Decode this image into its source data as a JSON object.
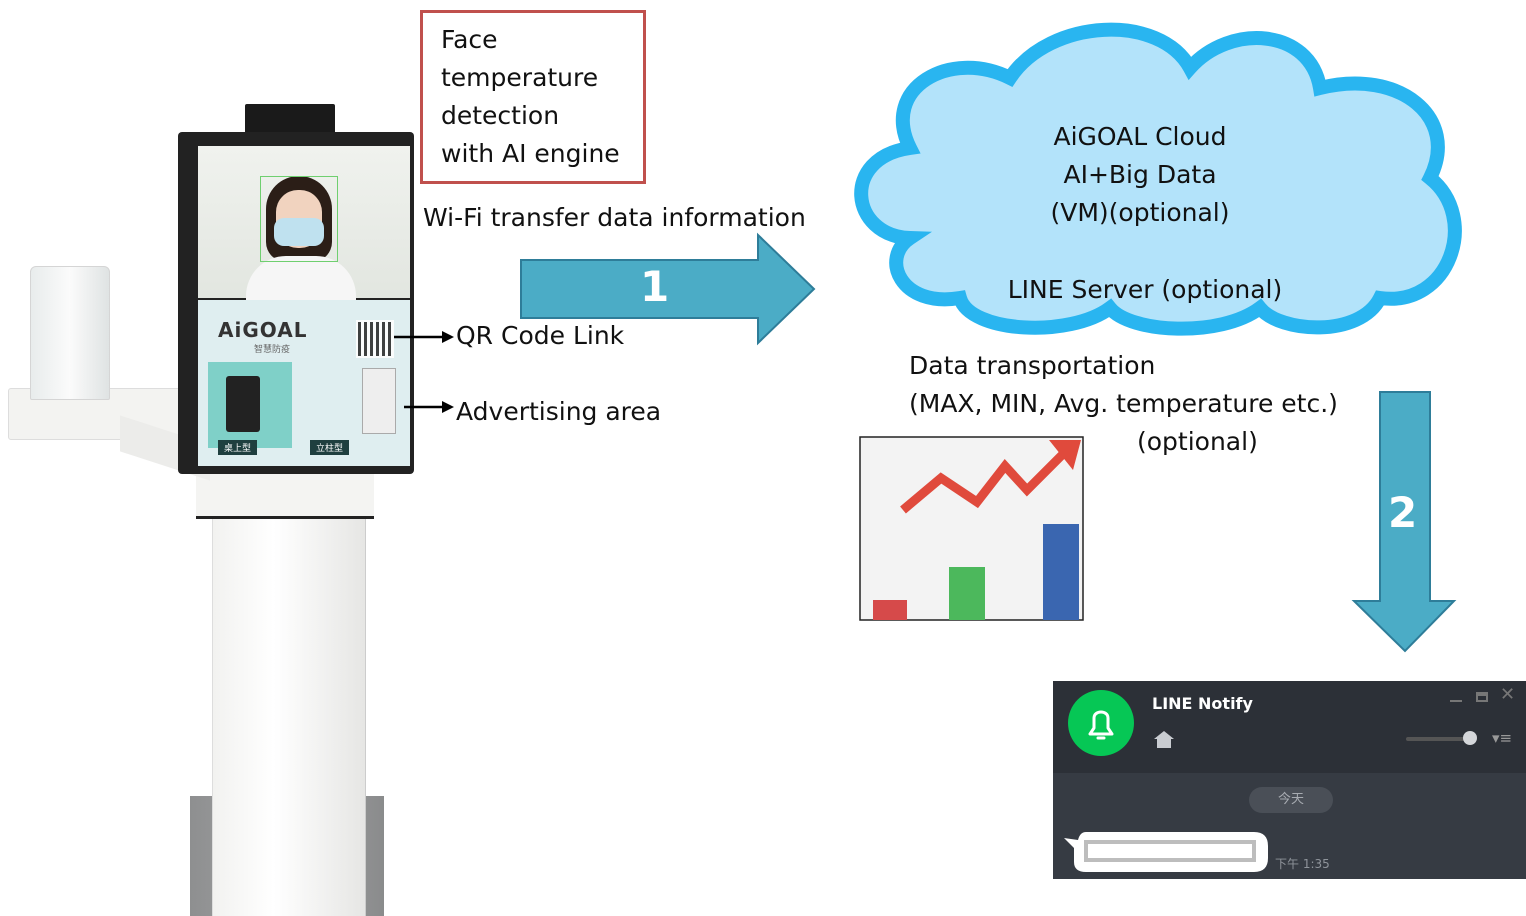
{
  "box": {
    "lines": [
      "Face",
      "temperature",
      "detection",
      "with AI engine"
    ]
  },
  "wifi_label": "Wi-Fi transfer data information",
  "arrow1_number": "1",
  "arrow2_number": "2",
  "cloud": {
    "line1": "AiGOAL Cloud",
    "line2": "AI+Big Data",
    "line3": "(VM)(optional)",
    "line4": "LINE Server (optional)"
  },
  "kiosk": {
    "brand": "AiGOAL",
    "brand_sub": "智慧防疫",
    "tag_left": "桌上型",
    "tag_right": "立柱型"
  },
  "qr_label": "QR Code Link",
  "ad_label": "Advertising area",
  "transport": {
    "line1": "Data transportation",
    "line2": "(MAX, MIN, Avg. temperature etc.)",
    "line3": "(optional)"
  },
  "line_notify": {
    "title": "LINE Notify",
    "date_chip": "今天",
    "time": "下午 1:35"
  },
  "colors": {
    "arrow": "#4bacc6",
    "cloud_fill": "#b3e3fa",
    "cloud_stroke": "#29b5f0",
    "box_border": "#c0504d",
    "line_green": "#06c755"
  }
}
